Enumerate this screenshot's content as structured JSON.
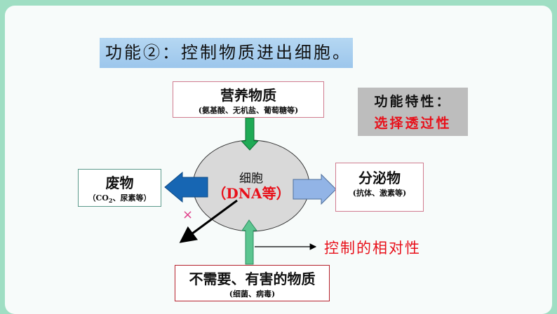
{
  "title": "功能②：控制物质进出细胞。",
  "nutrients": {
    "label": "营养物质",
    "detail": "(氨基酸、无机盐、葡萄糖等)"
  },
  "feature": {
    "label": "功能特性：",
    "value": "选择透过性"
  },
  "cell": {
    "label": "细胞",
    "detail": "（DNA等）"
  },
  "waste": {
    "label": "废物",
    "detail_pre": "（CO",
    "detail_sub": "2",
    "detail_post": "、尿素等）"
  },
  "secretion": {
    "label": "分泌物",
    "detail": "(抗体、激素等)"
  },
  "blocked_mark": "×",
  "relativity": "控制的相对性",
  "harmful": {
    "label": "不需要、有害的物质",
    "detail": "(细菌、病毒)"
  }
}
